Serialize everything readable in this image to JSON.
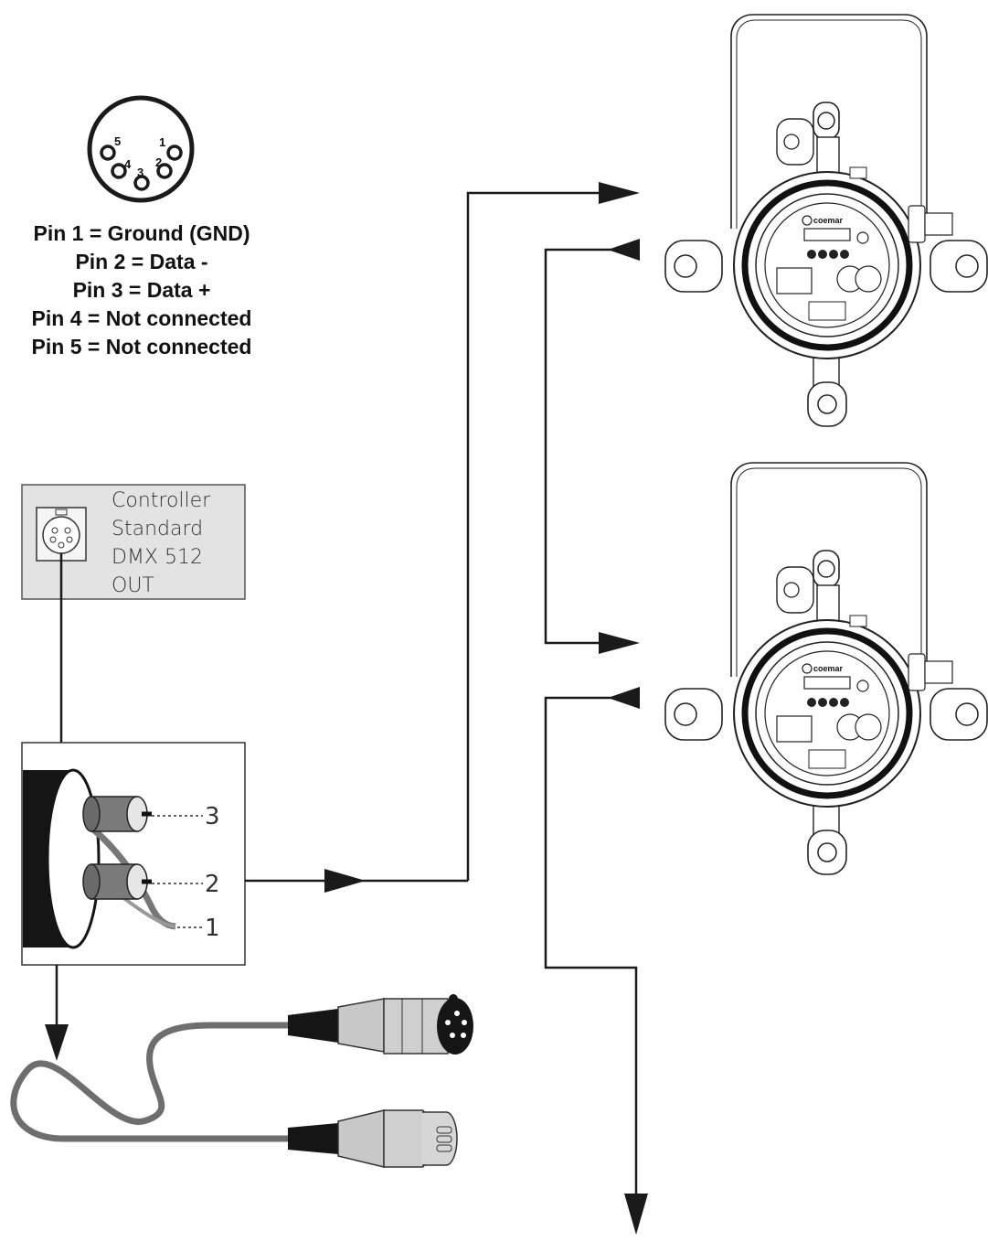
{
  "connector": {
    "pin_numbers": [
      "1",
      "2",
      "3",
      "4",
      "5"
    ]
  },
  "pin_legend": [
    "Pin 1 = Ground (GND)",
    "Pin 2 = Data -",
    "Pin 3 = Data +",
    "Pin 4 = Not connected",
    "Pin 5 = Not connected"
  ],
  "controller": {
    "lines": [
      "Controller",
      "Standard",
      "DMX 512",
      "OUT"
    ]
  },
  "cable": {
    "wire_labels": [
      "3",
      "2",
      "1"
    ]
  },
  "fixtures": [
    {
      "brand": "coemar"
    },
    {
      "brand": "coemar"
    }
  ],
  "colors": {
    "line": "#1a1a1a",
    "cable_grey": "#707070",
    "panel_grey": "#e3e3e3"
  }
}
